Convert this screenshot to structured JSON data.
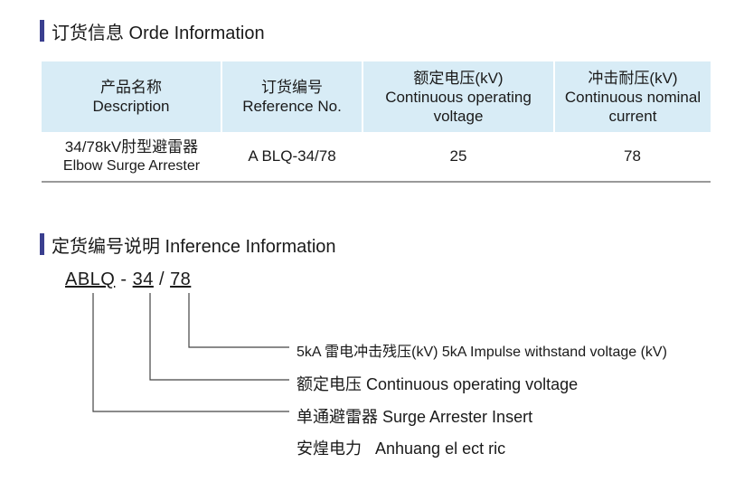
{
  "section1": {
    "title": "订货信息 Orde Information"
  },
  "table": {
    "headers": [
      [
        "产品名称",
        "Description"
      ],
      [
        "订货编号",
        "Reference  No."
      ],
      [
        "额定电压(kV)",
        "Continuous operating",
        "voltage"
      ],
      [
        "冲击耐压(kV)",
        "Continuous nominal",
        "current"
      ]
    ],
    "row": {
      "name_cn": "34/78kV肘型避雷器",
      "name_en": "Elbow Surge Arrester",
      "ref": "A BLQ-34/78",
      "voltage": "25",
      "impulse": "78"
    }
  },
  "section2": {
    "title": "定货编号说明 Inference Information"
  },
  "code": {
    "p1": "ABLQ",
    "sep1": " - ",
    "p2": "34",
    "sep2": " / ",
    "p3": "78"
  },
  "legend": [
    "5kA 雷电冲击残压(kV) 5kA Impulse withstand voltage (kV)",
    "额定电压  Continuous operating voltage",
    "单通避雷器  Surge Arrester Insert",
    "安煌电力   Anhuang el ect ric"
  ]
}
